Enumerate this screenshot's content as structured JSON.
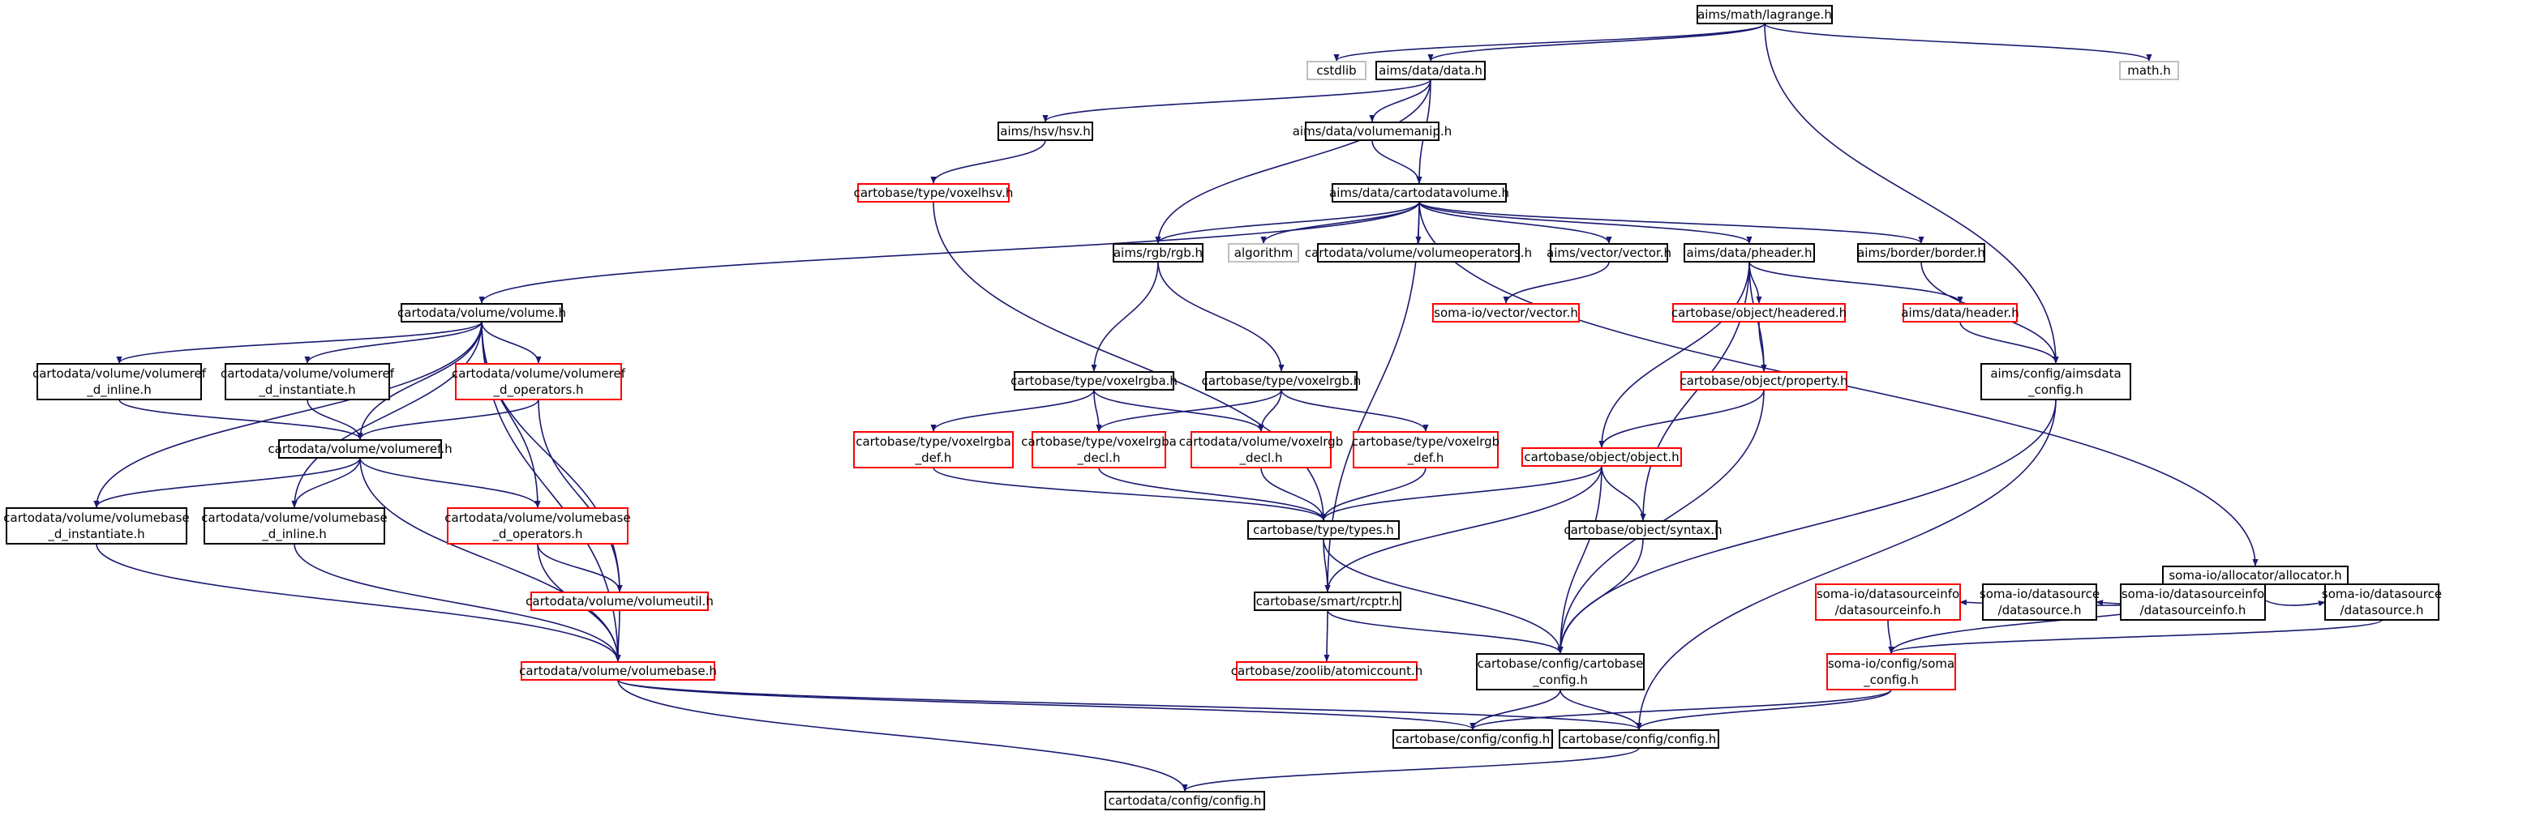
{
  "colors": {
    "edge": "#191970",
    "border_normal": "#000000",
    "border_missing": "#ff0000",
    "border_external": "#bfbfbf",
    "root_fill": "#bfbfbf"
  },
  "nodes": [
    {
      "id": "root",
      "lines": [
        "aims/math/lagrange.h"
      ],
      "kind": "root"
    },
    {
      "id": "cstdlib",
      "lines": [
        "cstdlib"
      ],
      "kind": "external"
    },
    {
      "id": "data",
      "lines": [
        "aims/data/data.h"
      ],
      "kind": "normal"
    },
    {
      "id": "math",
      "lines": [
        "math.h"
      ],
      "kind": "external"
    },
    {
      "id": "hsv",
      "lines": [
        "aims/hsv/hsv.h"
      ],
      "kind": "normal"
    },
    {
      "id": "volmanip",
      "lines": [
        "aims/data/volumemanip.h"
      ],
      "kind": "normal"
    },
    {
      "id": "voxelhsv",
      "lines": [
        "cartobase/type/voxelhsv.h"
      ],
      "kind": "missing"
    },
    {
      "id": "cdv",
      "lines": [
        "aims/data/cartodatavolume.h"
      ],
      "kind": "normal"
    },
    {
      "id": "volume",
      "lines": [
        "cartodata/volume/volume.h"
      ],
      "kind": "normal"
    },
    {
      "id": "rgb",
      "lines": [
        "aims/rgb/rgb.h"
      ],
      "kind": "normal"
    },
    {
      "id": "algorithm",
      "lines": [
        "algorithm"
      ],
      "kind": "external"
    },
    {
      "id": "volops",
      "lines": [
        "cartodata/volume/volumeoperators.h"
      ],
      "kind": "normal"
    },
    {
      "id": "vector",
      "lines": [
        "aims/vector/vector.h"
      ],
      "kind": "normal"
    },
    {
      "id": "pheader",
      "lines": [
        "aims/data/pheader.h"
      ],
      "kind": "normal"
    },
    {
      "id": "border",
      "lines": [
        "aims/border/border.h"
      ],
      "kind": "normal"
    },
    {
      "id": "somavec",
      "lines": [
        "soma-io/vector/vector.h"
      ],
      "kind": "missing"
    },
    {
      "id": "headered",
      "lines": [
        "cartobase/object/headered.h"
      ],
      "kind": "missing"
    },
    {
      "id": "header",
      "lines": [
        "aims/data/header.h"
      ],
      "kind": "missing"
    },
    {
      "id": "aimscfg",
      "lines": [
        "aims/config/aimsdata",
        "_config.h"
      ],
      "kind": "normal"
    },
    {
      "id": "vrefinl",
      "lines": [
        "cartodata/volume/volumeref",
        "_d_inline.h"
      ],
      "kind": "normal"
    },
    {
      "id": "vrefinst",
      "lines": [
        "cartodata/volume/volumeref",
        "_d_instantiate.h"
      ],
      "kind": "normal"
    },
    {
      "id": "vrefops",
      "lines": [
        "cartodata/volume/volumeref",
        "_d_operators.h"
      ],
      "kind": "missing"
    },
    {
      "id": "vrgba",
      "lines": [
        "cartobase/type/voxelrgba.h"
      ],
      "kind": "normal"
    },
    {
      "id": "vrgb",
      "lines": [
        "cartobase/type/voxelrgb.h"
      ],
      "kind": "normal"
    },
    {
      "id": "property",
      "lines": [
        "cartobase/object/property.h"
      ],
      "kind": "missing"
    },
    {
      "id": "vref",
      "lines": [
        "cartodata/volume/volumeref.h"
      ],
      "kind": "normal"
    },
    {
      "id": "vrgbadef",
      "lines": [
        "cartobase/type/voxelrgba",
        "_def.h"
      ],
      "kind": "missing"
    },
    {
      "id": "vrgbadecl",
      "lines": [
        "cartobase/type/voxelrgba",
        "_decl.h"
      ],
      "kind": "missing"
    },
    {
      "id": "vrgbdecl",
      "lines": [
        "cartodata/volume/voxelrgb",
        "_decl.h"
      ],
      "kind": "missing"
    },
    {
      "id": "vrgbdef",
      "lines": [
        "cartobase/type/voxelrgb",
        "_def.h"
      ],
      "kind": "missing"
    },
    {
      "id": "object",
      "lines": [
        "cartobase/object/object.h"
      ],
      "kind": "missing"
    },
    {
      "id": "vbinst",
      "lines": [
        "cartodata/volume/volumebase",
        "_d_instantiate.h"
      ],
      "kind": "normal"
    },
    {
      "id": "vbinl",
      "lines": [
        "cartodata/volume/volumebase",
        "_d_inline.h"
      ],
      "kind": "normal"
    },
    {
      "id": "vbops",
      "lines": [
        "cartodata/volume/volumebase",
        "_d_operators.h"
      ],
      "kind": "missing"
    },
    {
      "id": "types",
      "lines": [
        "cartobase/type/types.h"
      ],
      "kind": "normal"
    },
    {
      "id": "syntax",
      "lines": [
        "cartobase/object/syntax.h"
      ],
      "kind": "normal"
    },
    {
      "id": "allocator",
      "lines": [
        "soma-io/allocator/allocator.h"
      ],
      "kind": "normal"
    },
    {
      "id": "volutil",
      "lines": [
        "cartodata/volume/volumeutil.h"
      ],
      "kind": "missing"
    },
    {
      "id": "rcptr",
      "lines": [
        "cartobase/smart/rcptr.h"
      ],
      "kind": "normal"
    },
    {
      "id": "dsinfo1",
      "lines": [
        "soma-io/datasourceinfo",
        "/datasourceinfo.h"
      ],
      "kind": "missing"
    },
    {
      "id": "dsrc1",
      "lines": [
        "soma-io/datasource",
        "/datasource.h"
      ],
      "kind": "normal"
    },
    {
      "id": "dsinfo2",
      "lines": [
        "soma-io/datasourceinfo",
        "/datasourceinfo.h"
      ],
      "kind": "normal"
    },
    {
      "id": "dsrc2",
      "lines": [
        "soma-io/datasource",
        "/datasource.h"
      ],
      "kind": "normal"
    },
    {
      "id": "volbase",
      "lines": [
        "cartodata/volume/volumebase.h"
      ],
      "kind": "missing"
    },
    {
      "id": "atomic",
      "lines": [
        "cartobase/zoolib/atomiccount.h"
      ],
      "kind": "missing"
    },
    {
      "id": "cbcfg",
      "lines": [
        "cartobase/config/cartobase",
        "_config.h"
      ],
      "kind": "normal"
    },
    {
      "id": "somacfg",
      "lines": [
        "soma-io/config/soma",
        "_config.h"
      ],
      "kind": "missing"
    },
    {
      "id": "cfgA",
      "lines": [
        "cartobase/config/config.h"
      ],
      "kind": "normal"
    },
    {
      "id": "cfgB",
      "lines": [
        "cartobase/config/config.h"
      ],
      "kind": "normal"
    },
    {
      "id": "cdcfg",
      "lines": [
        "cartodata/config/config.h"
      ],
      "kind": "normal"
    }
  ]
}
